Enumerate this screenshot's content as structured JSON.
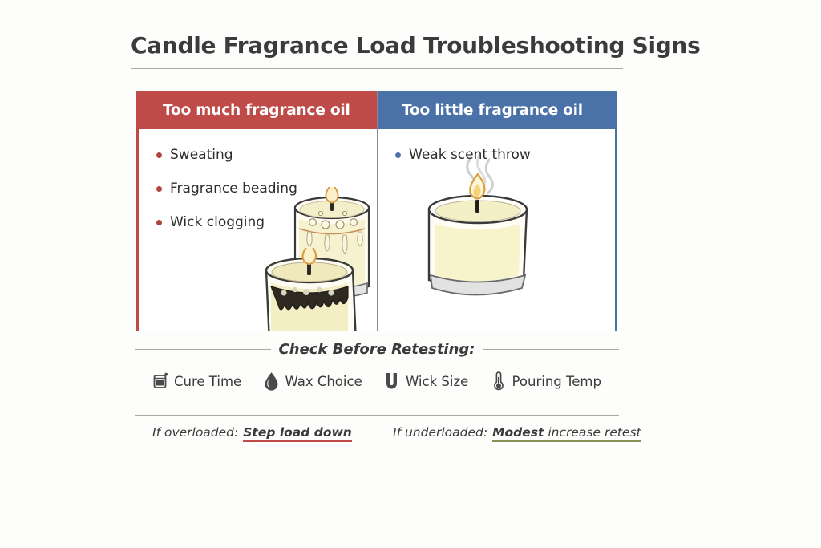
{
  "title": "Candle Fragrance Load Troubleshooting Signs",
  "colors": {
    "too_much_accent": "#bf4b48",
    "too_little_accent": "#4a71a8",
    "overloaded_underline": "#bf4b48",
    "underloaded_underline": "#8b8f58",
    "text": "#2d2d2d",
    "background": "#fdfdfc"
  },
  "columns": [
    {
      "header": "Too much fragrance oil",
      "accent": "#bf4b48",
      "signs": [
        "Sweating",
        "Fragrance beading",
        "Wick clogging"
      ],
      "illustration": "two-candles-with-sweating-beads-and-clogged-sooty-rim"
    },
    {
      "header": "Too little fragrance oil",
      "accent": "#4a71a8",
      "signs": [
        "Weak scent throw"
      ],
      "illustration": "clean-candle-with-faint-smoke-wisps"
    }
  ],
  "check_section": {
    "label": "Check Before Retesting:",
    "factors": [
      {
        "label": "Cure Time",
        "icon": "jar-icon"
      },
      {
        "label": "Wax Choice",
        "icon": "droplet-icon"
      },
      {
        "label": "Wick Size",
        "icon": "wick-icon"
      },
      {
        "label": "Pouring Temp",
        "icon": "thermometer-icon"
      }
    ]
  },
  "advice": [
    {
      "prefix": "If overloaded:",
      "emphasis": "Step load down",
      "suffix": "",
      "underline_color": "#bf4b48"
    },
    {
      "prefix": "If underloaded:",
      "emphasis": "Modest",
      "suffix": "increase retest",
      "underline_color": "#8b8f58"
    }
  ]
}
